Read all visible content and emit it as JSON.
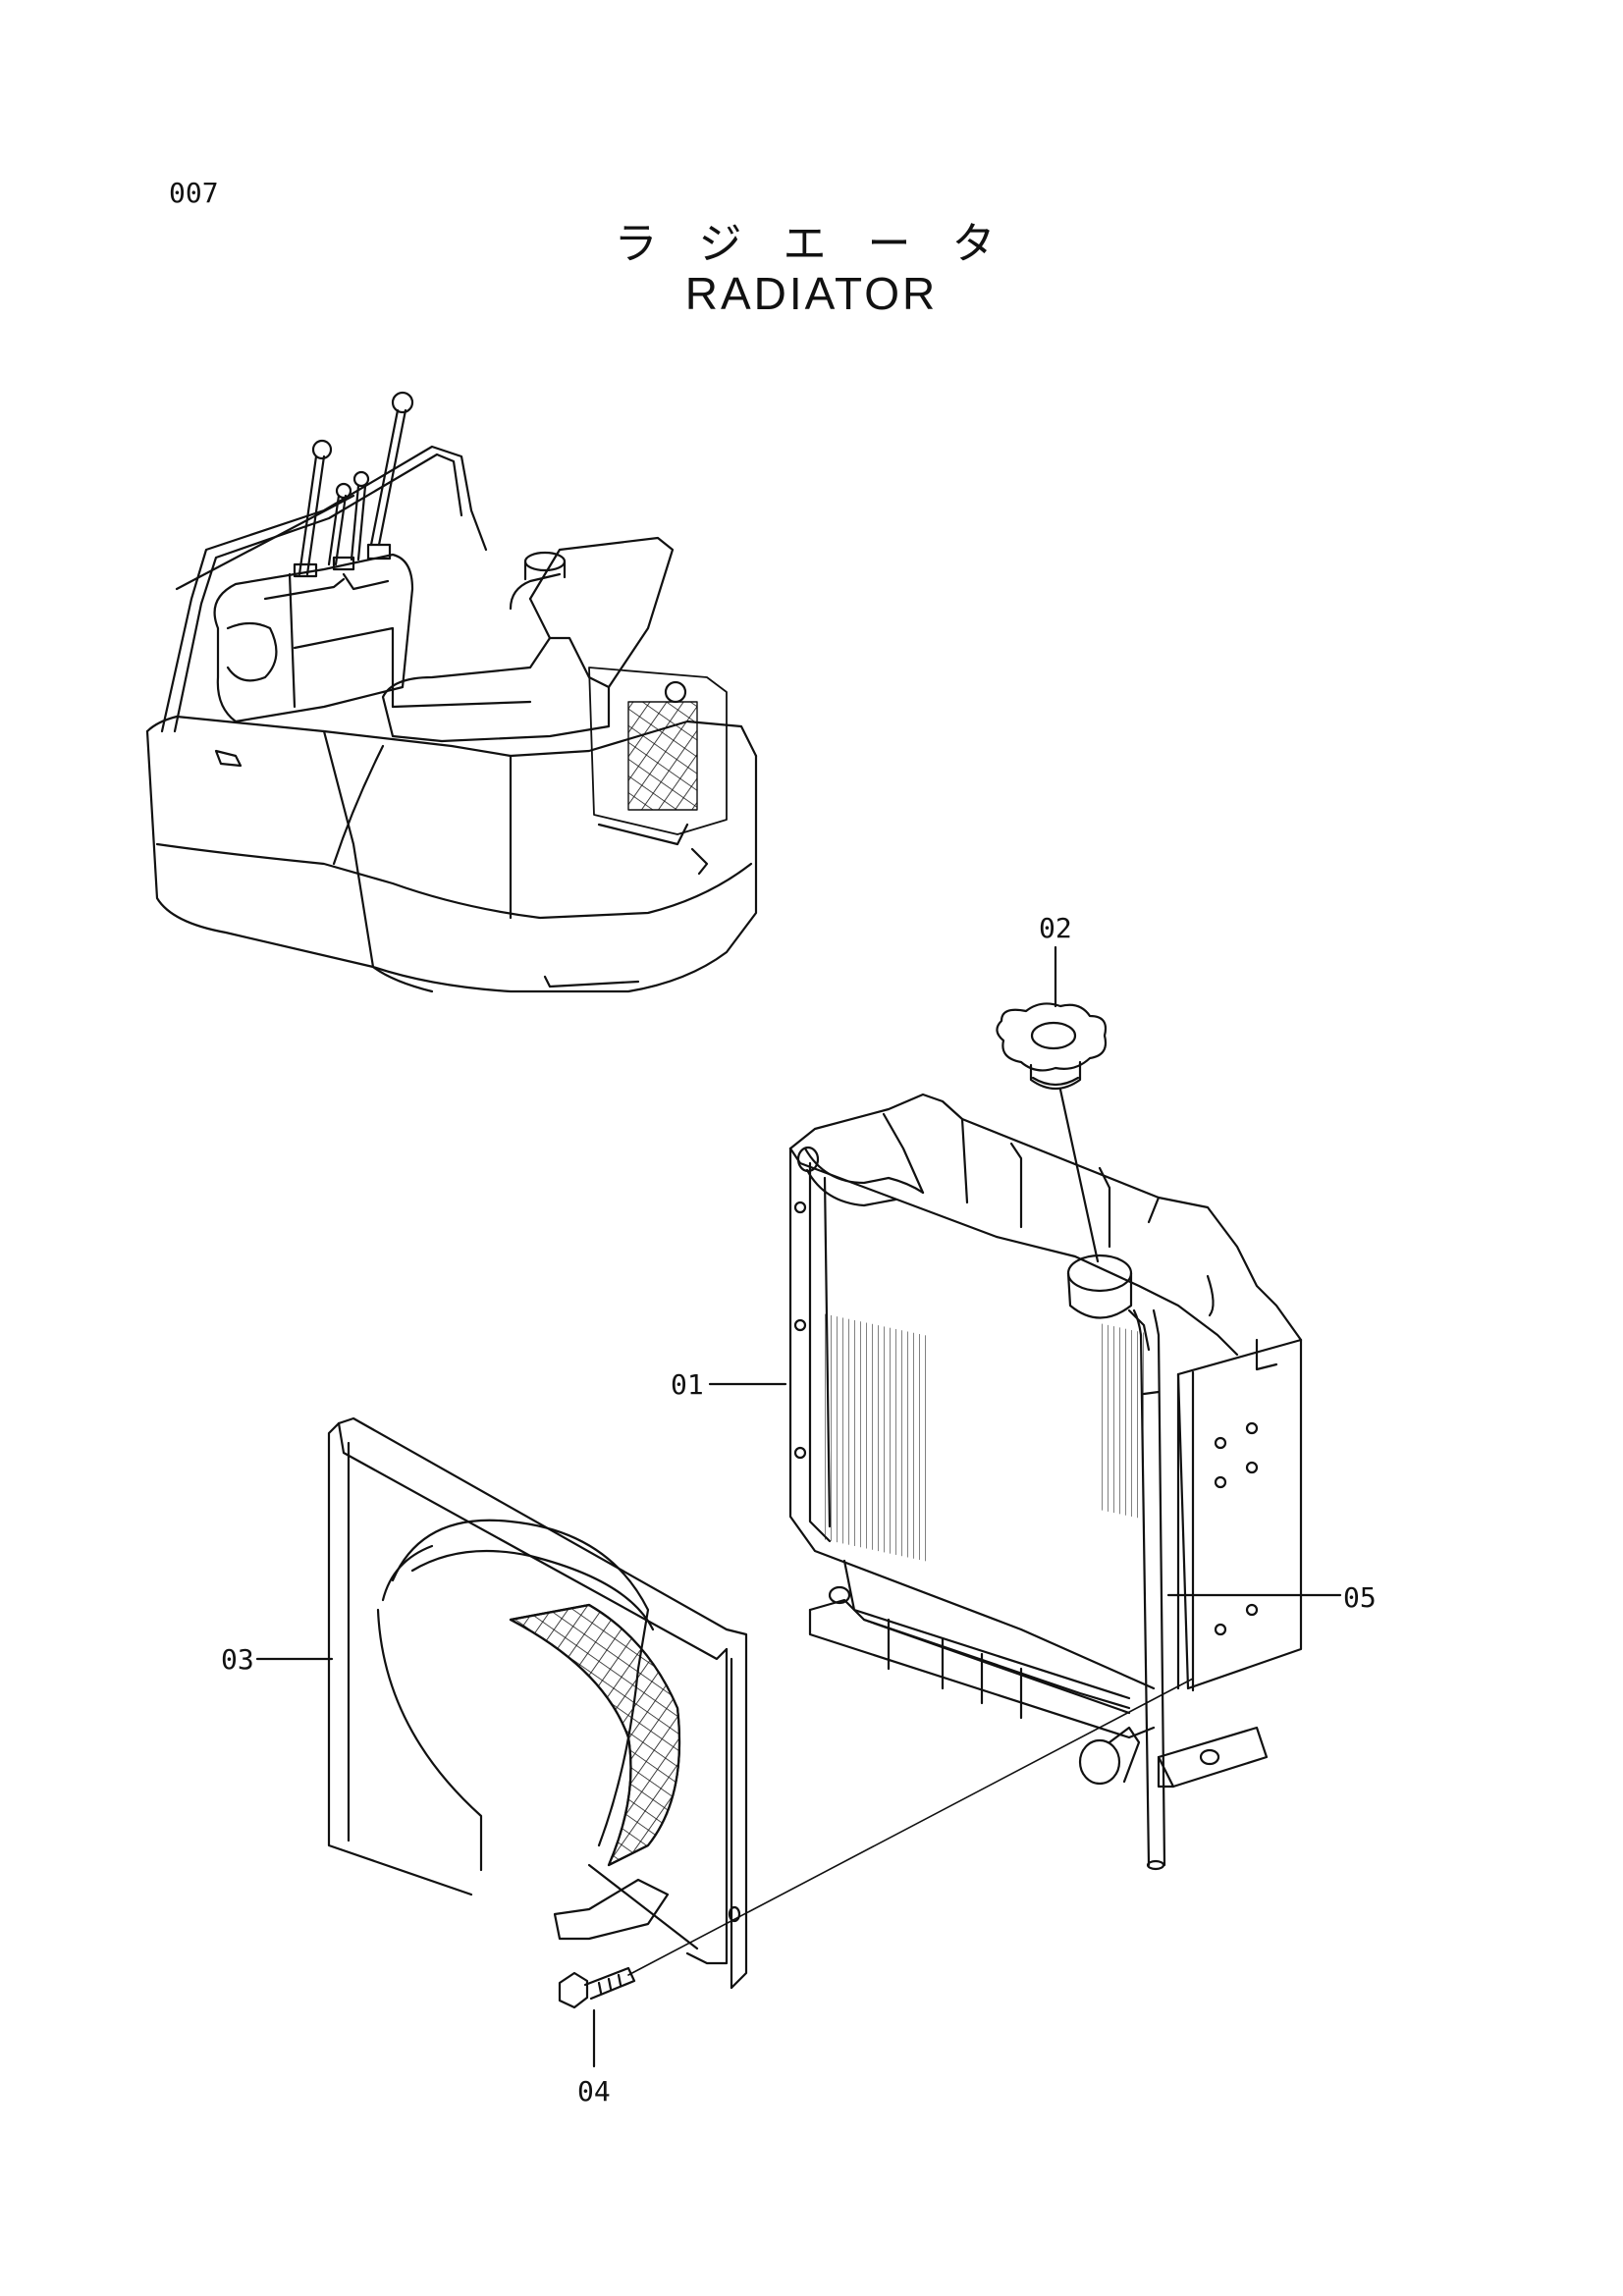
{
  "page_number": "007",
  "title_jp": "ラ ジ エ ー タ",
  "title_en": "RADIATOR",
  "callouts": [
    {
      "id": "01",
      "label": "01"
    },
    {
      "id": "02",
      "label": "02"
    },
    {
      "id": "03",
      "label": "03"
    },
    {
      "id": "04",
      "label": "04"
    },
    {
      "id": "05",
      "label": "05"
    }
  ],
  "colors": {
    "ink": "#111111",
    "paper": "#ffffff"
  }
}
